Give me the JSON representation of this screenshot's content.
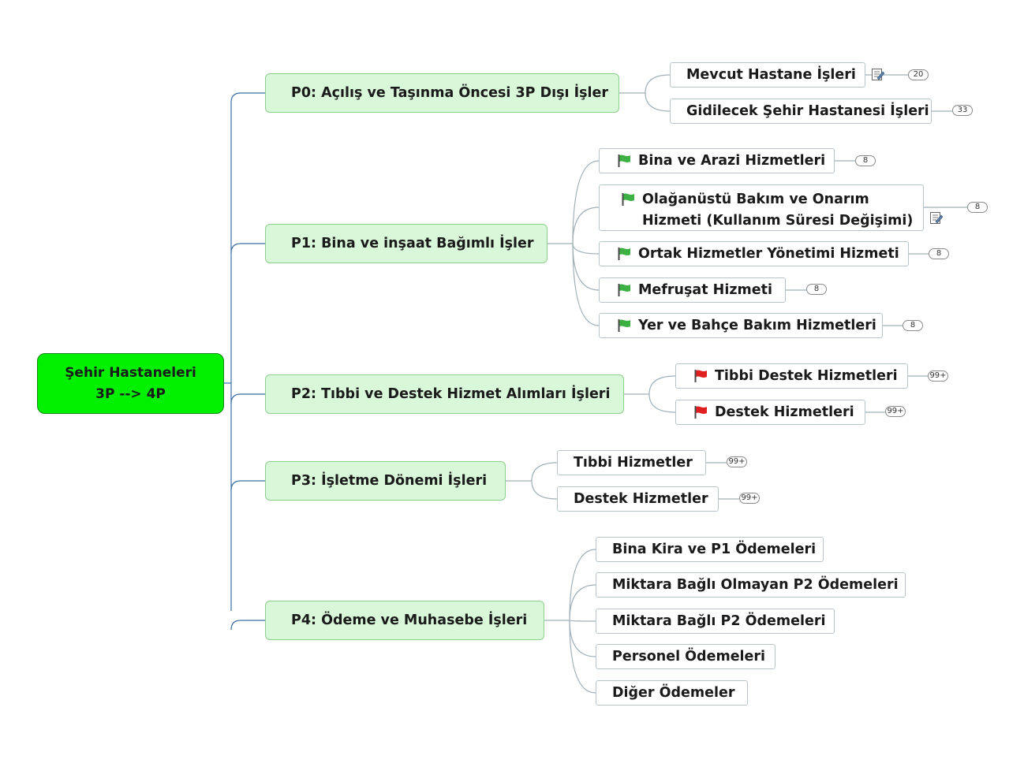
{
  "root": {
    "line1": "Şehir Hastaneleri",
    "line2": "3P --> 4P"
  },
  "branches": [
    {
      "label": "P0: Açılış ve Taşınma Öncesi 3P Dışı İşler"
    },
    {
      "label": "P1: Bina ve inşaat Bağımlı İşler"
    },
    {
      "label": "P2: Tıbbi ve Destek Hizmet Alımları İşleri"
    },
    {
      "label": "P3: İşletme Dönemi İşleri"
    },
    {
      "label": "P4: Ödeme ve Muhasebe İşleri"
    }
  ],
  "p0": {
    "items": [
      {
        "label": "Mevcut Hastane İşleri",
        "count": "20",
        "has_note": true
      },
      {
        "label": "Gidilecek Şehir Hastanesi İşleri",
        "count": "33"
      }
    ]
  },
  "p1": {
    "items": [
      {
        "label": "Bina ve Arazi Hizmetleri",
        "count": "8",
        "flag": "green"
      },
      {
        "label_line1": "Olağanüstü Bakım ve Onarım",
        "label_line2": "Hizmeti (Kullanım Süresi Değişimi)",
        "count": "8",
        "flag": "green",
        "has_note": true
      },
      {
        "label": "Ortak Hizmetler Yönetimi Hizmeti",
        "count": "8",
        "flag": "green"
      },
      {
        "label": "Mefruşat Hizmeti",
        "count": "8",
        "flag": "green"
      },
      {
        "label": "Yer ve Bahçe Bakım Hizmetleri",
        "count": "8",
        "flag": "green"
      }
    ]
  },
  "p2": {
    "items": [
      {
        "label": "Tibbi Destek Hizmetleri",
        "count": "99+",
        "flag": "red"
      },
      {
        "label": "Destek Hizmetleri",
        "count": "99+",
        "flag": "red"
      }
    ]
  },
  "p3": {
    "items": [
      {
        "label": "Tıbbi Hizmetler",
        "count": "99+"
      },
      {
        "label": "Destek Hizmetler",
        "count": "99+"
      }
    ]
  },
  "p4": {
    "items": [
      {
        "label": "Bina Kira ve P1 Ödemeleri"
      },
      {
        "label": "Miktara Bağlı Olmayan P2 Ödemeleri"
      },
      {
        "label": "Miktara Bağlı P2 Ödemeleri"
      },
      {
        "label": "Personel Ödemeleri"
      },
      {
        "label": "Diğer Ödemeler"
      }
    ]
  },
  "colors": {
    "root_fill": "#00f000",
    "branch_fill": "#d9f7d9",
    "connector": "#3a6ea5",
    "flag_green": "#3cb043",
    "flag_red": "#e02020"
  },
  "icons": {
    "flag": "flag-icon",
    "note": "note-icon"
  }
}
